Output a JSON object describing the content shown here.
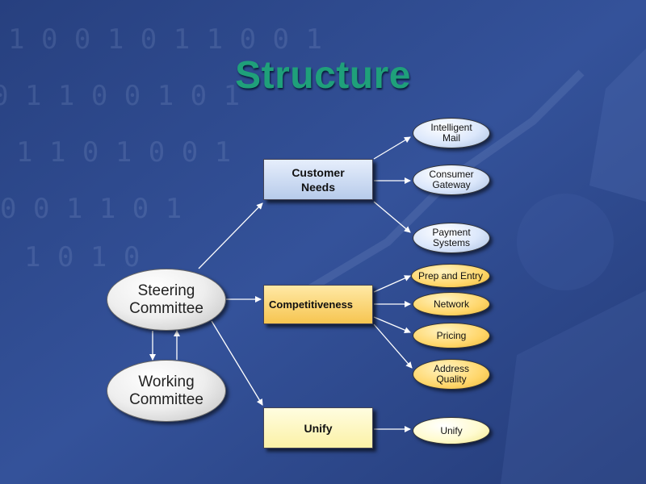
{
  "title": "Structure",
  "committees": {
    "steering": "Steering\nCommittee",
    "working": "Working\nCommittee"
  },
  "categories": {
    "customer_needs": "Customer\nNeeds",
    "competitiveness": "Competitiveness",
    "unify": "Unify"
  },
  "outcomes": {
    "intelligent_mail": "Intelligent\nMail",
    "consumer_gateway": "Consumer\nGateway",
    "payment_systems": "Payment\nSystems",
    "prep_and_entry": "Prep and Entry",
    "network": "Network",
    "pricing": "Pricing",
    "address_quality": "Address\nQuality",
    "unify": "Unify"
  },
  "colors": {
    "title": "#1fa07a",
    "background": "#2e4a8f",
    "arrow": "#ffffff"
  }
}
